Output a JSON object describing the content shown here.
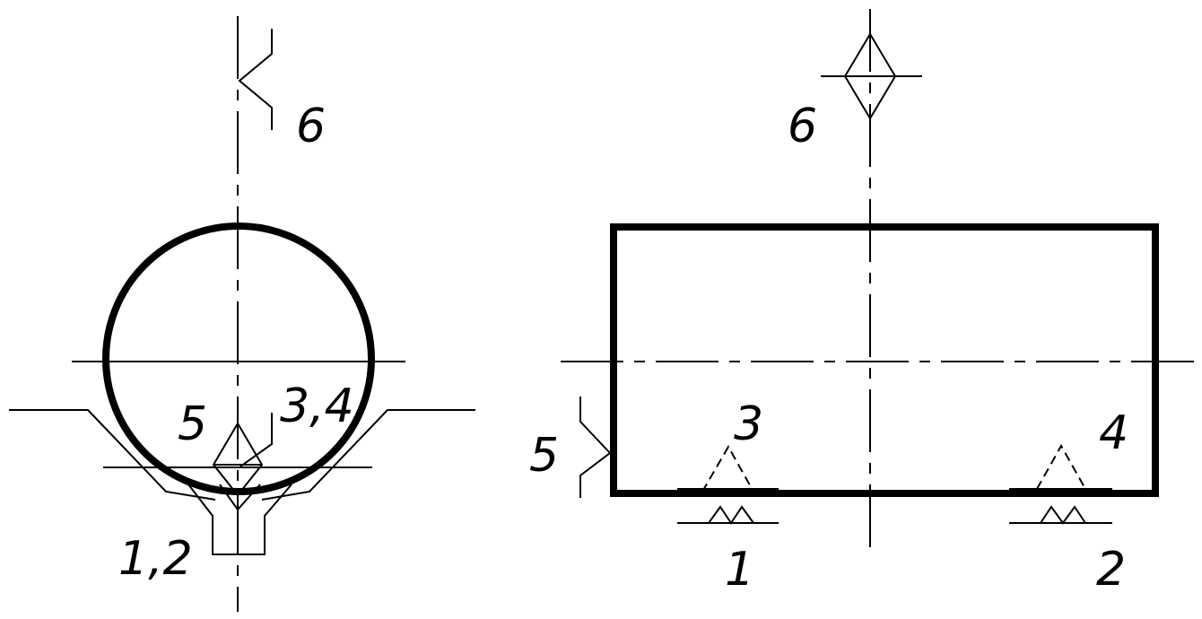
{
  "labels": {
    "left_top": "6",
    "left_side": "5",
    "left_bottom_pair": "3,4",
    "left_bottom": "1,2",
    "right_top": "6",
    "right_side": "5",
    "right_mark_3": "3",
    "right_mark_4": "4",
    "right_mark_1": "1",
    "right_mark_2": "2"
  }
}
